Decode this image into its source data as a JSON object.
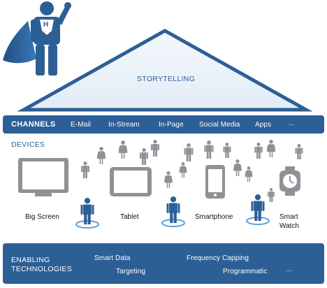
{
  "storytelling": {
    "label": "STORYTELLING"
  },
  "superhero": {
    "badge_letter": "H"
  },
  "channels": {
    "title": "CHANNELS",
    "items": [
      "E-Mail",
      "In-Stream",
      "In-Page",
      "Social Media",
      "Apps",
      "..."
    ]
  },
  "devices": {
    "title": "DEVICES",
    "items": [
      {
        "label": "Big Screen",
        "icon": "monitor-icon"
      },
      {
        "label": "Tablet",
        "icon": "tablet-icon"
      },
      {
        "label": "Smartphone",
        "icon": "smartphone-icon"
      },
      {
        "label": "Smart\nWatch",
        "icon": "smartwatch-icon"
      }
    ]
  },
  "enabling": {
    "title_line1": "ENABLING",
    "title_line2": "TECHNOLOGIES",
    "row1": [
      "Smart Data",
      "Frequency Capping"
    ],
    "row2": [
      "Targeting",
      "Programmatic",
      "..."
    ]
  },
  "colors": {
    "brand_blue": "#2c5f96",
    "light_blue": "#5aa0d8",
    "person_gray": "#8f9196",
    "device_gray": "#8f9196"
  }
}
